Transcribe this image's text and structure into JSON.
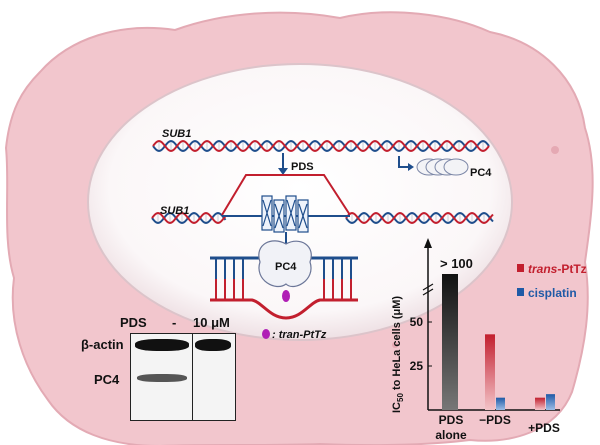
{
  "dna": {
    "sub1_top": "SUB1",
    "sub1_mid": "SUB1",
    "pds_arrow": "PDS",
    "pc4_protein": "PC4",
    "pc4_bound": "PC4",
    "ligand_legend": ": tran-PtTz"
  },
  "blot": {
    "row_label": "PDS",
    "lane_minus": "-",
    "lane_plus": "10 μM",
    "band_actin": "β-actin",
    "band_pc4": "PC4"
  },
  "chart_data": {
    "type": "bar",
    "ylabel": "IC50 to HeLa cells (μM)",
    "ylabel_main": "IC",
    "ylabel_sub": "50",
    "ylabel_rest": " to HeLa cells (μM)",
    "yticks": [
      "25",
      "50"
    ],
    "break_label": "> 100",
    "categories": [
      "PDS alone",
      "−PDS",
      "+PDS"
    ],
    "category_lines": [
      [
        "PDS",
        "alone"
      ],
      [
        "−PDS"
      ],
      [
        "+PDS"
      ]
    ],
    "series": [
      {
        "name": "PDS",
        "values": [
          100
        ],
        "color": "#111111"
      },
      {
        "name": "trans-PtTz",
        "values": [
          null,
          43,
          7
        ],
        "color": "#c21f2e"
      },
      {
        "name": "cisplatin",
        "values": [
          null,
          7,
          9
        ],
        "color": "#1f5aa6"
      }
    ],
    "legend": {
      "trans_italic": "trans",
      "trans_rest": "-PtTz",
      "cisplatin": "cisplatin"
    },
    "colors": {
      "trans": "#c21f2e",
      "cis": "#1f5aa6",
      "pds": "#111111"
    }
  }
}
